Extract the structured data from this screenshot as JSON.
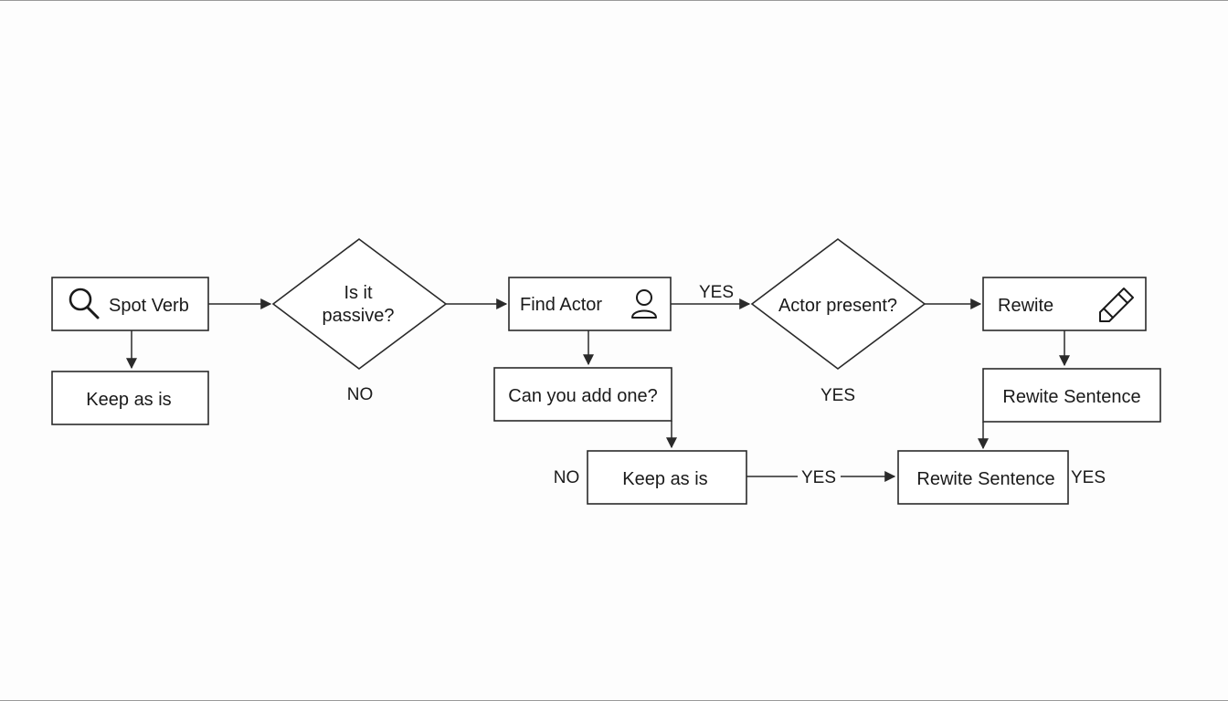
{
  "diagram": {
    "nodes": {
      "spot_verb": "Spot Verb",
      "keep_as_is_1": "Keep as is",
      "is_it_passive_line1": "Is it",
      "is_it_passive_line2": "passive?",
      "find_actor": "Find Actor",
      "can_you_add_one": "Can you add one?",
      "keep_as_is_2": "Keep as is",
      "actor_present": "Actor present?",
      "rewite": "Rewite",
      "rewite_sentence_1": "Rewite Sentence",
      "rewite_sentence_2": "Rewite Sentence"
    },
    "edge_labels": {
      "passive_no": "NO",
      "find_to_actor_yes": "YES",
      "actor_present_yes": "YES",
      "keep_no": "NO",
      "keep_to_rewrite_yes": "YES",
      "rewrite_right_yes": "YES"
    },
    "icons": {
      "spot_verb": "search-icon",
      "find_actor": "person-icon",
      "rewite": "pencil-icon"
    }
  }
}
